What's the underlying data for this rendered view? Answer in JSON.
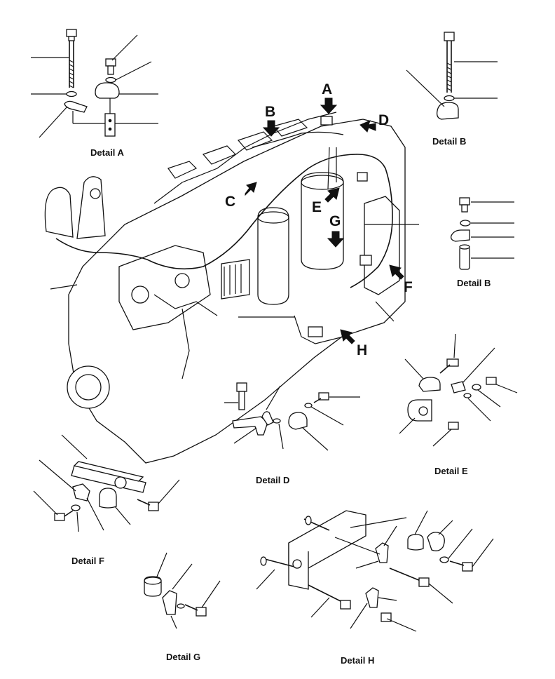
{
  "captions": {
    "detail_a": "Detail A",
    "detail_b_top": "Detail B",
    "detail_b_side": "Detail B",
    "detail_d": "Detail D",
    "detail_e": "Detail E",
    "detail_f": "Detail F",
    "detail_g": "Detail G",
    "detail_h": "Detail H"
  },
  "callouts": {
    "a": "A",
    "b": "B",
    "c": "C",
    "d": "D",
    "e": "E",
    "f": "F",
    "g": "G",
    "h": "H"
  },
  "colors": {
    "ink": "#111111",
    "paper": "#ffffff"
  }
}
